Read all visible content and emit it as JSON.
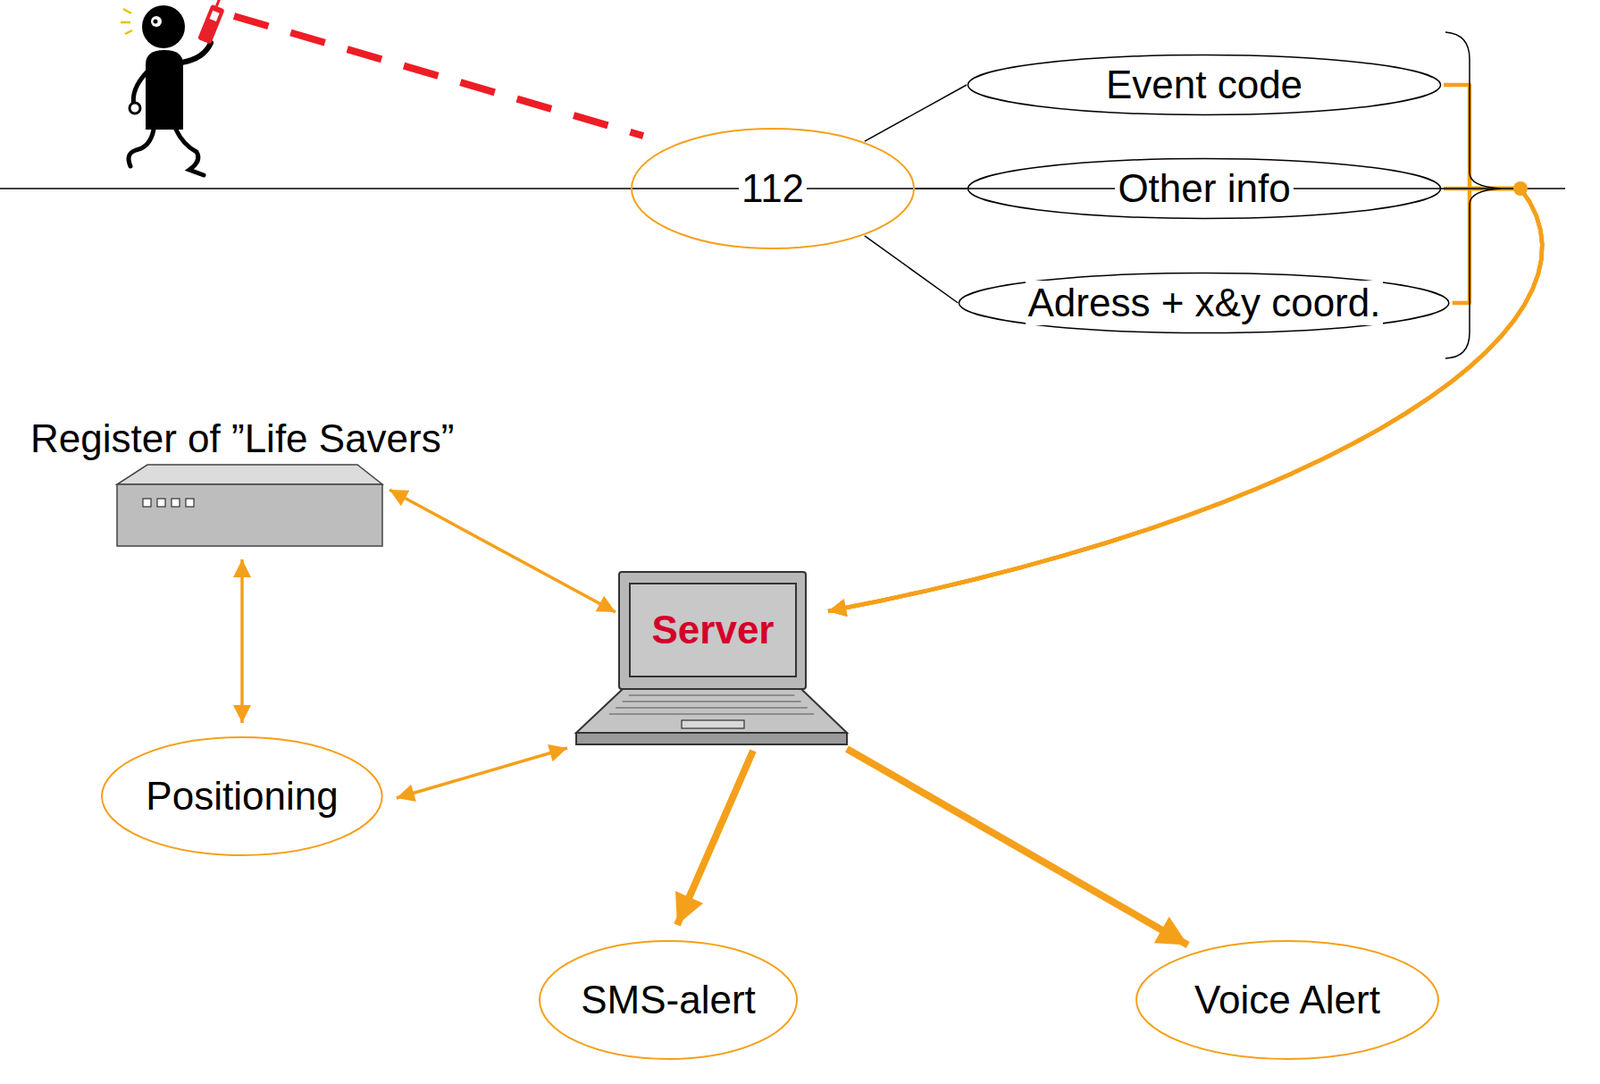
{
  "diagram": {
    "nodes": [
      {
        "text": [
          "112"
        ]
      },
      {
        "text": [
          "Event code"
        ]
      },
      {
        "text": [
          "Other info"
        ]
      },
      {
        "text": [
          "Adress + x&y coord."
        ]
      },
      {
        "text": [
          "Register of ”Life Savers”"
        ]
      },
      {
        "text": [
          "Server"
        ]
      },
      {
        "text": [
          "Positioning"
        ]
      },
      {
        "text": [
          "SMS-alert"
        ]
      },
      {
        "text": [
          "Voice Alert"
        ]
      }
    ],
    "edges": [
      {
        "from": 0,
        "to": 1,
        "arrow": "none"
      },
      {
        "from": 0,
        "to": 2,
        "arrow": "none"
      },
      {
        "from": 0,
        "to": 3,
        "arrow": "none"
      },
      {
        "from": 1,
        "to": 5,
        "arrow": "to"
      },
      {
        "from": 2,
        "to": 5,
        "arrow": "to"
      },
      {
        "from": 3,
        "to": 5,
        "arrow": "to"
      },
      {
        "from": 4,
        "to": 5,
        "arrow": "both"
      },
      {
        "from": 4,
        "to": 6,
        "arrow": "both"
      },
      {
        "from": 6,
        "to": 5,
        "arrow": "both"
      },
      {
        "from": 5,
        "to": 7,
        "arrow": "to"
      },
      {
        "from": 5,
        "to": 8,
        "arrow": "to"
      }
    ]
  }
}
